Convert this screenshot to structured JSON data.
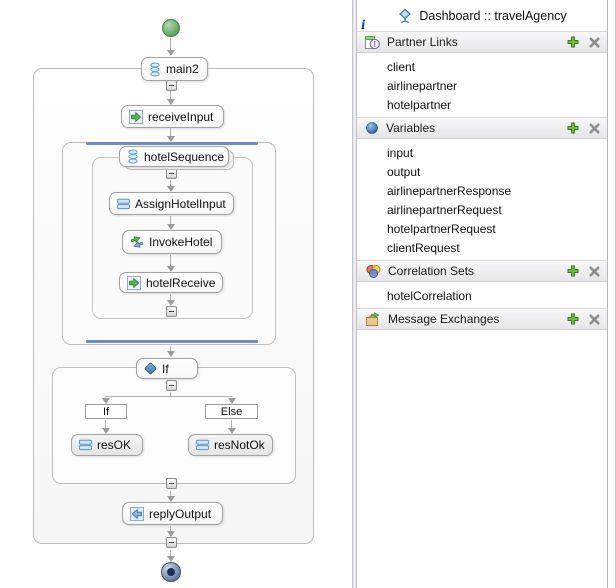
{
  "panel": {
    "info_glyph": "i",
    "header": {
      "icon": "dashboard-icon",
      "title": "Dashboard :: travelAgency"
    },
    "sections": [
      {
        "id": "partner-links",
        "icon": "partner-link-icon",
        "label": "Partner Links",
        "items": [
          "client",
          "airlinepartner",
          "hotelpartner"
        ]
      },
      {
        "id": "variables",
        "icon": "variable-icon",
        "label": "Variables",
        "items": [
          "input",
          "output",
          "airlinepartnerResponse",
          "airlinepartnerRequest",
          "hotelpartnerRequest",
          "clientRequest"
        ]
      },
      {
        "id": "correlation-sets",
        "icon": "correlation-set-icon",
        "label": "Correlation Sets",
        "items": [
          "hotelCorrelation"
        ]
      },
      {
        "id": "message-exchanges",
        "icon": "message-exchange-icon",
        "label": "Message Exchanges",
        "items": []
      }
    ],
    "action_icons": {
      "add": "plus-icon",
      "remove": "delete-icon"
    }
  },
  "diagram": {
    "nodes": {
      "main2": "main2",
      "receive_input": "receiveInput",
      "hotel_sequence": "hotelSequence",
      "assign_hotel_input": "AssignHotelInput",
      "invoke_hotel": "InvokeHotel",
      "hotel_receive": "hotelReceive",
      "if": "If",
      "if_branch": "If",
      "else_branch": "Else",
      "res_ok": "resOK",
      "res_not_ok": "resNotOk",
      "reply_output": "replyOutput"
    },
    "colors": {
      "selection_blue": "#6e8fbe",
      "start_node_green": "#5f9e5f",
      "end_node_navy": "#16305e",
      "add_button_green": "#6cbf3f"
    }
  }
}
